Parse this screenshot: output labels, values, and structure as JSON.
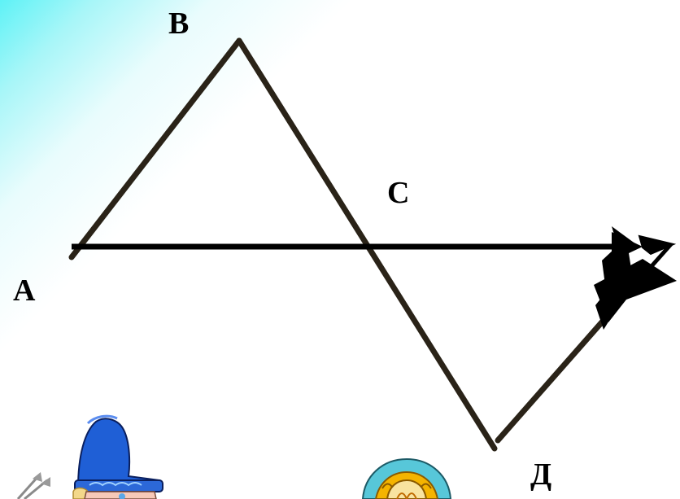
{
  "points": {
    "a": "А",
    "b": "В",
    "c": "С",
    "d": "Д"
  },
  "colors": {
    "background_accent": "#5ef2f6",
    "line": "#2a2318",
    "arrow": "#000000"
  },
  "decorations": {
    "left_character": "bogatyr-with-arrows",
    "right_character": "girl-in-kokoshnik"
  }
}
